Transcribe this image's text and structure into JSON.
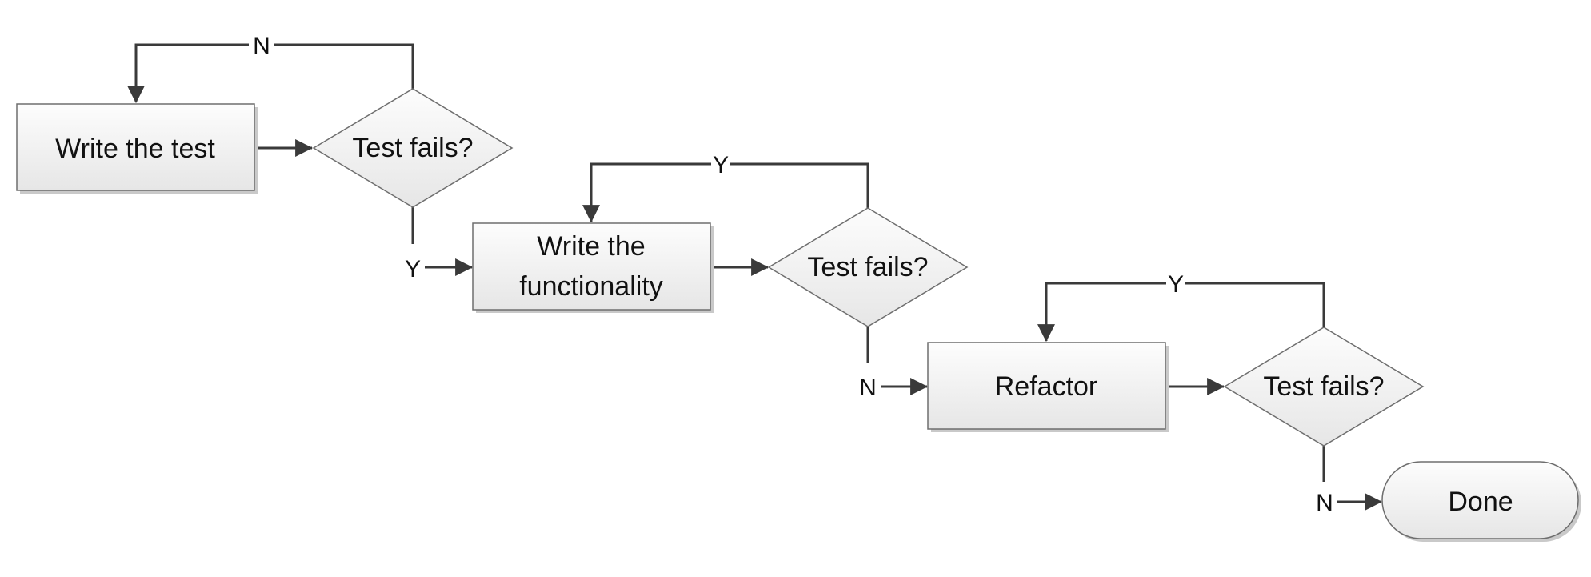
{
  "nodes": {
    "write_test": "Write the test",
    "check_1": "Test fails?",
    "write_functionality_line1": "Write the",
    "write_functionality_line2": "functionality",
    "check_2": "Test fails?",
    "refactor": "Refactor",
    "check_3": "Test fails?",
    "done": "Done"
  },
  "edge_labels": {
    "check_1_no": "N",
    "check_1_yes": "Y",
    "check_2_yes": "Y",
    "check_2_no": "N",
    "check_3_yes": "Y",
    "check_3_no": "N"
  },
  "colors": {
    "box_fill_top": "#fdfdfd",
    "box_fill_bottom": "#e6e6e6",
    "line": "#3a3a3a"
  }
}
